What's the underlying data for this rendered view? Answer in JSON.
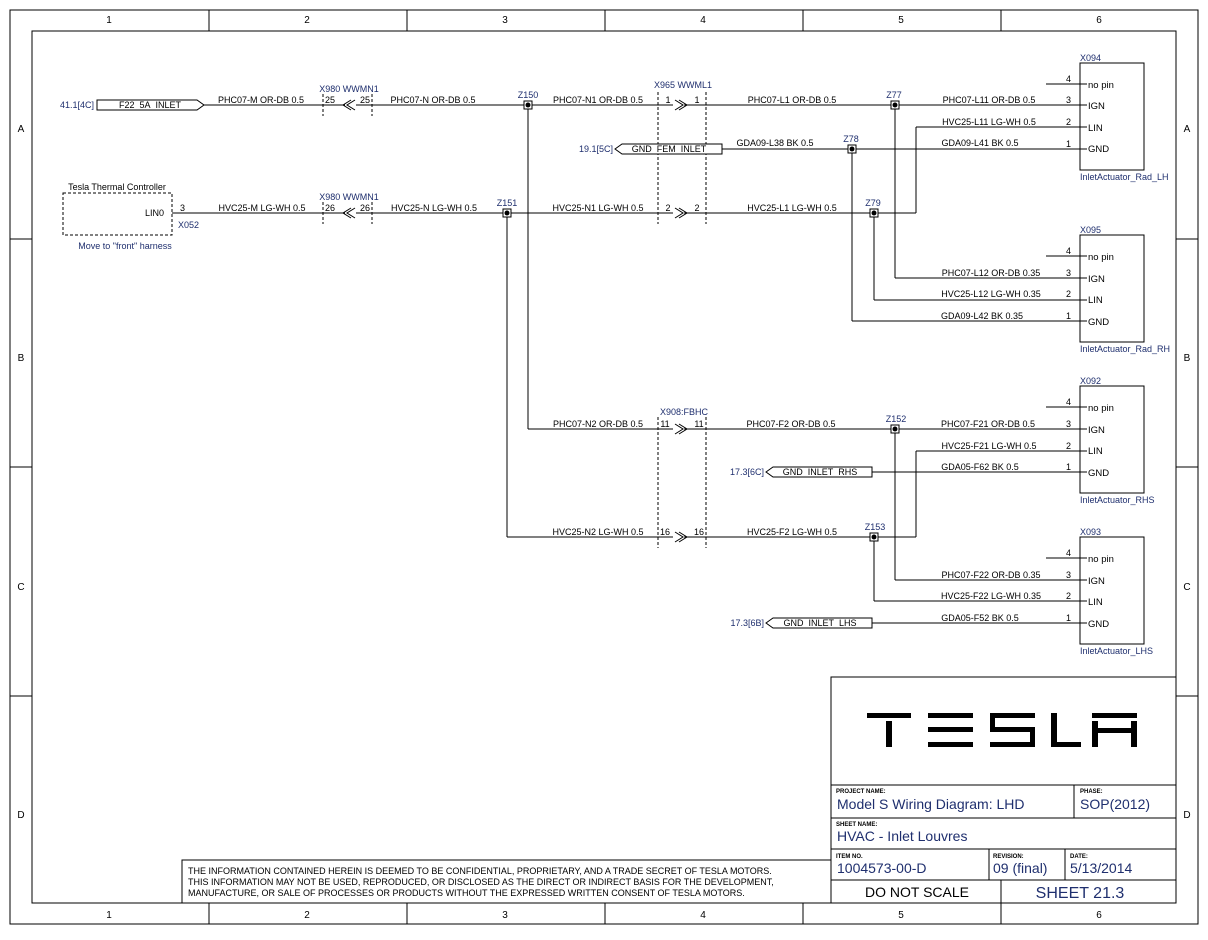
{
  "grid": {
    "columns": [
      "1",
      "2",
      "3",
      "4",
      "5",
      "6"
    ],
    "rows": [
      "A",
      "B",
      "C",
      "D"
    ]
  },
  "signals": {
    "sig1": {
      "ref": "41.1[4C]",
      "name": "F22_5A_INLET"
    },
    "sig2": {
      "ref": "19.1[5C]",
      "name": "GND_FEM_INLET"
    },
    "sig3": {
      "ref": "17.3[6C]",
      "name": "GND_INLET_RHS"
    },
    "sig4": {
      "ref": "17.3[6B]",
      "name": "GND_INLET_LHS"
    }
  },
  "controller": {
    "title": "Tesla Thermal Controller",
    "pin_name": "LIN0",
    "pin_num": "3",
    "connector": "X052",
    "note": "Move to \"front\" harness"
  },
  "connectors": {
    "x980a": {
      "name": "X980 WWMN1",
      "pin_l": "25",
      "pin_r": "25"
    },
    "x980b": {
      "name": "X980 WWMN1",
      "pin_l": "26",
      "pin_r": "26"
    },
    "x965a": {
      "name": "X965 WWML1",
      "pin_l": "1",
      "pin_r": "1"
    },
    "x965b": {
      "pin_l": "2",
      "pin_r": "2"
    },
    "x908a": {
      "name": "X908:FBHC",
      "pin_l": "11",
      "pin_r": "11"
    },
    "x908b": {
      "pin_l": "16",
      "pin_r": "16"
    }
  },
  "splices": {
    "z150": "Z150",
    "z151": "Z151",
    "z77": "Z77",
    "z78": "Z78",
    "z79": "Z79",
    "z152": "Z152",
    "z153": "Z153"
  },
  "wires": {
    "w01": "PHC07-M OR-DB 0.5",
    "w02": "PHC07-N OR-DB 0.5",
    "w03": "PHC07-N1 OR-DB 0.5",
    "w04": "PHC07-L1 OR-DB 0.5",
    "w05": "PHC07-L11 OR-DB 0.5",
    "w06": "HVC25-L11 LG-WH 0.5",
    "w07": "GDA09-L38 BK 0.5",
    "w08": "GDA09-L41 BK 0.5",
    "w09": "HVC25-M LG-WH 0.5",
    "w10": "HVC25-N LG-WH 0.5",
    "w11": "HVC25-N1 LG-WH 0.5",
    "w12": "HVC25-L1 LG-WH 0.5",
    "w13": "PHC07-L12 OR-DB 0.35",
    "w14": "HVC25-L12 LG-WH 0.35",
    "w15": "GDA09-L42 BK 0.35",
    "w16": "PHC07-N2 OR-DB 0.5",
    "w17": "PHC07-F2 OR-DB 0.5",
    "w18": "PHC07-F21 OR-DB 0.5",
    "w19": "HVC25-F21 LG-WH 0.5",
    "w20": "GDA05-F62 BK 0.5",
    "w21": "HVC25-N2 LG-WH 0.5",
    "w22": "HVC25-F2 LG-WH 0.5",
    "w23": "PHC07-F22 OR-DB 0.35",
    "w24": "HVC25-F22 LG-WH 0.35",
    "w25": "GDA05-F52 BK 0.5"
  },
  "actuators": [
    {
      "conn": "X094",
      "name": "InletActuator_Rad_LH",
      "pins": [
        "4",
        "3",
        "2",
        "1"
      ],
      "pin_names": [
        "no pin",
        "IGN",
        "LIN",
        "GND"
      ]
    },
    {
      "conn": "X095",
      "name": "InletActuator_Rad_RH",
      "pins": [
        "4",
        "3",
        "2",
        "1"
      ],
      "pin_names": [
        "no pin",
        "IGN",
        "LIN",
        "GND"
      ]
    },
    {
      "conn": "X092",
      "name": "InletActuator_RHS",
      "pins": [
        "4",
        "3",
        "2",
        "1"
      ],
      "pin_names": [
        "no pin",
        "IGN",
        "LIN",
        "GND"
      ]
    },
    {
      "conn": "X093",
      "name": "InletActuator_LHS",
      "pins": [
        "4",
        "3",
        "2",
        "1"
      ],
      "pin_names": [
        "no pin",
        "IGN",
        "LIN",
        "GND"
      ]
    }
  ],
  "title_block": {
    "logo": "TESLA",
    "project_label": "PROJECT NAME:",
    "project": "Model S Wiring Diagram: LHD",
    "phase_label": "PHASE:",
    "phase": "SOP(2012)",
    "sheet_name_label": "SHEET NAME:",
    "sheet_name": "HVAC - Inlet Louvres",
    "item_label": "ITEM NO.",
    "item": "1004573-00-D",
    "revision_label": "REVISION:",
    "revision": "09 (final)",
    "date_label": "DATE:",
    "date": "5/13/2014",
    "scale": "DO NOT SCALE",
    "sheet": "SHEET 21.3"
  },
  "disclaimer": [
    "THE INFORMATION CONTAINED HEREIN IS DEEMED TO BE CONFIDENTIAL, PROPRIETARY, AND A TRADE SECRET OF TESLA MOTORS.",
    "THIS INFORMATION MAY NOT BE USED, REPRODUCED, OR DISCLOSED AS THE DIRECT OR INDIRECT BASIS FOR THE DEVELOPMENT,",
    "MANUFACTURE, OR SALE OF PROCESSES OR PRODUCTS WITHOUT THE EXPRESSED WRITTEN CONSENT OF TESLA MOTORS."
  ]
}
